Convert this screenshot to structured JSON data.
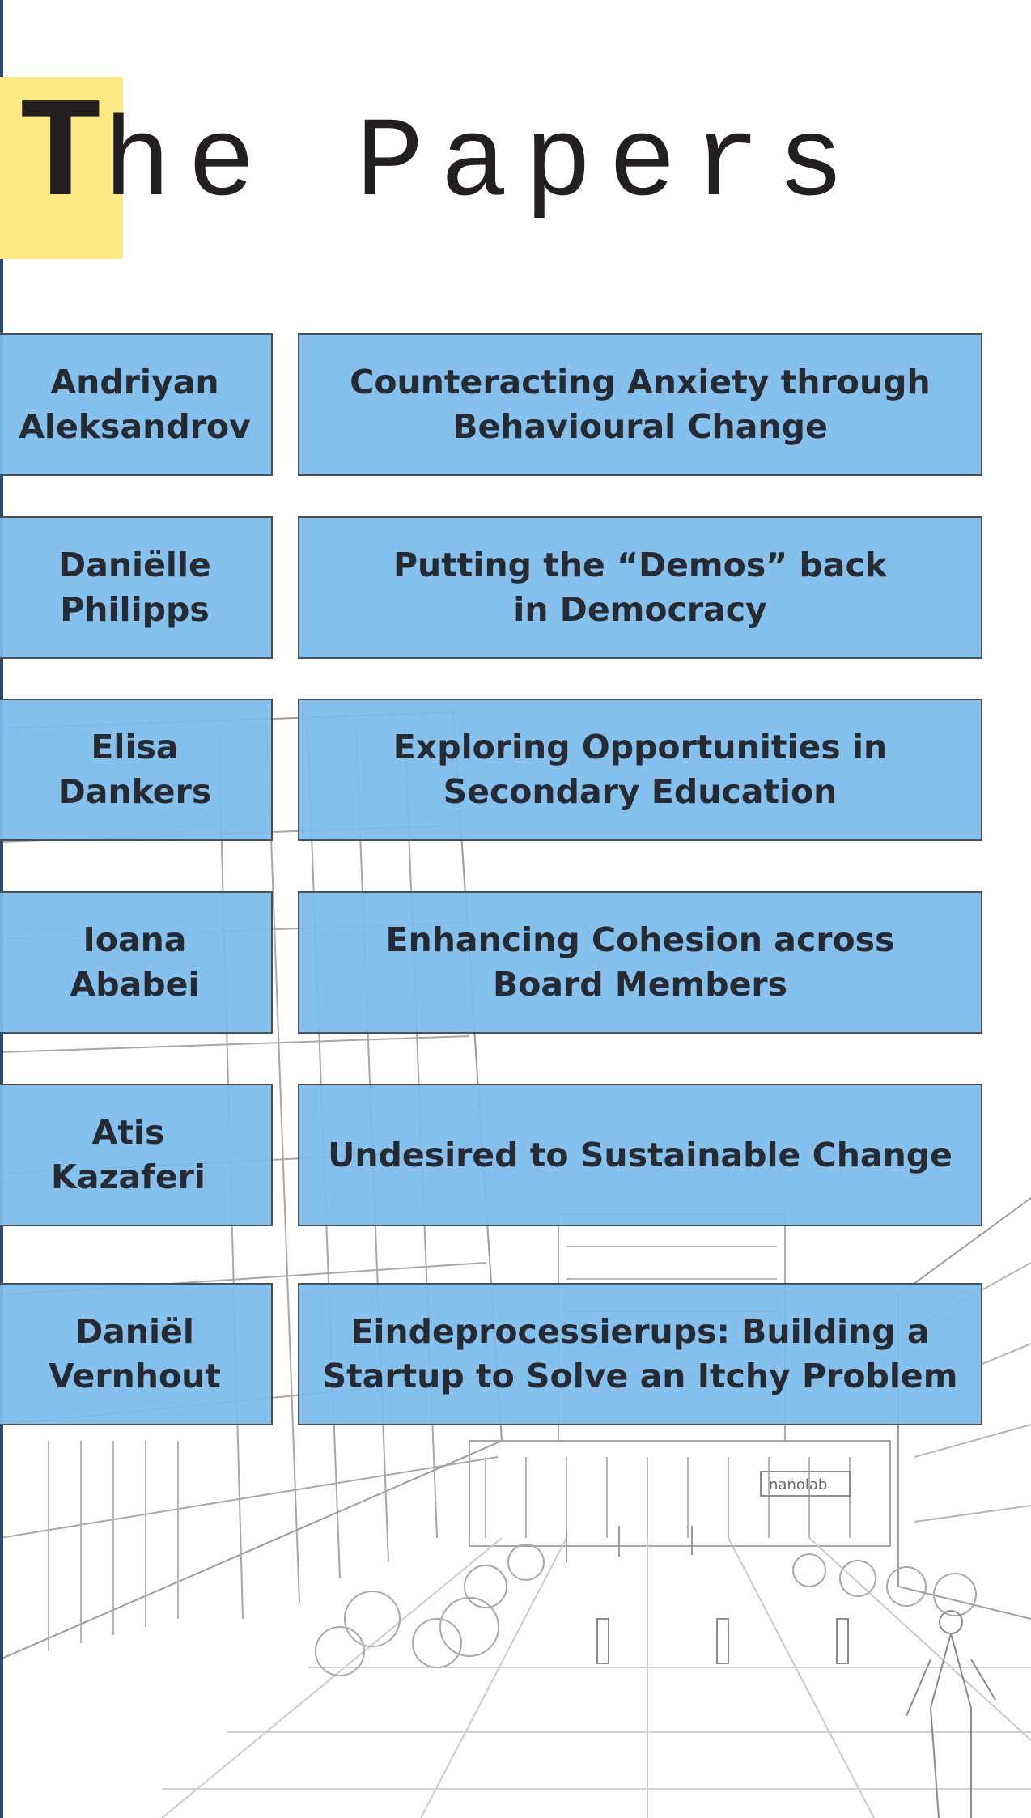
{
  "page": {
    "title_first_letter": "T",
    "title_rest": "he Papers"
  },
  "papers": [
    {
      "author_line1": "Andriyan",
      "author_line2": "Aleksandrov",
      "title_line1": "Counteracting Anxiety through",
      "title_line2": "Behavioural Change"
    },
    {
      "author_line1": "Daniëlle",
      "author_line2": "Philipps",
      "title_line1": "Putting the “Demos” back",
      "title_line2": "in Democracy"
    },
    {
      "author_line1": "Elisa",
      "author_line2": "Dankers",
      "title_line1": "Exploring Opportunities in",
      "title_line2": "Secondary Education"
    },
    {
      "author_line1": "Ioana",
      "author_line2": "Ababei",
      "title_line1": "Enhancing Cohesion across",
      "title_line2": "Board Members"
    },
    {
      "author_line1": "Atis",
      "author_line2": "Kazaferi",
      "title_line1": "Undesired to Sustainable Change",
      "title_line2": ""
    },
    {
      "author_line1": "Daniël",
      "author_line2": "Vernhout",
      "title_line1": "Eindeprocessierups: Building a",
      "title_line2": "Startup to Solve an Itchy Problem"
    }
  ],
  "background": {
    "storefront_sign": "nanolab"
  },
  "colors": {
    "box_fill": "#7dbbec",
    "box_border": "#4b4f56",
    "title_highlight": "#fde886",
    "text": "#231f20",
    "left_rule": "#2a4a6e"
  }
}
